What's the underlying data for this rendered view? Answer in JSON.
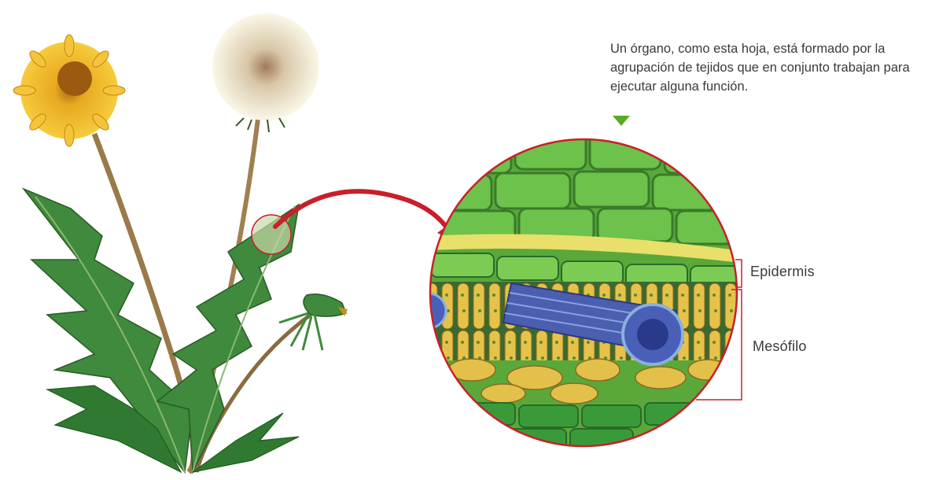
{
  "caption": "Un órgano, como esta hoja, está formado por la agrupación de tejidos que en conjunto trabajan para ejecutar alguna función.",
  "labels": {
    "epidermis": "Epidermis",
    "mesofilo": "Mesófilo"
  },
  "colors": {
    "arrow": "#c8202a",
    "pointer": "#5aaa2a",
    "leaf": "#3f8a3c",
    "cell_green": "#6cc24a",
    "palisade_yellow": "#e7c24a",
    "vein_blue": "#4a5fb0"
  }
}
